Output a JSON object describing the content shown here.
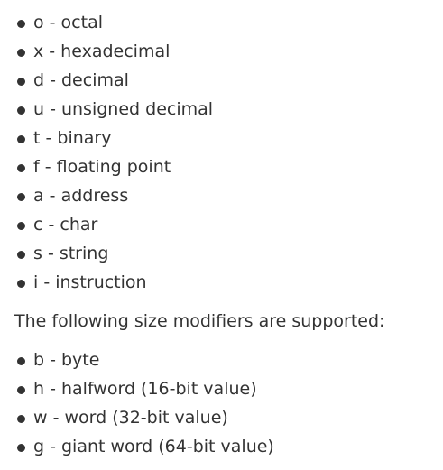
{
  "format_list": [
    "o - octal",
    "x - hexadecimal",
    "d - decimal",
    "u - unsigned decimal",
    "t - binary",
    "f - floating point",
    "a - address",
    "c - char",
    "s - string",
    "i - instruction"
  ],
  "size_intro": "The following size modifiers are supported:",
  "size_list": [
    "b - byte",
    "h - halfword (16-bit value)",
    "w - word (32-bit value)",
    "g - giant word (64-bit value)"
  ]
}
